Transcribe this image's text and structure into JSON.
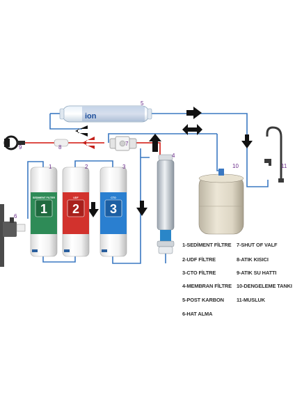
{
  "labels": {
    "n1": "1",
    "n2": "2",
    "n3": "3",
    "n4": "4",
    "n5": "5",
    "n6": "6",
    "n7": "7",
    "n8": "8",
    "n9": "9",
    "n10": "10",
    "n11": "11"
  },
  "filters": {
    "f1": {
      "digit": "1",
      "caption": "SEDIMENT FILTER",
      "color": "#2e8b57"
    },
    "f2": {
      "digit": "2",
      "caption": "UDF",
      "color": "#d2322d"
    },
    "f3": {
      "digit": "3",
      "caption": "CTO",
      "color": "#2a7fd0"
    }
  },
  "postcarbon": {
    "brand": "ion"
  },
  "legend": {
    "left": [
      "1-SEDİMENT FİLTRE",
      "2-UDF FİLTRE",
      "3-CTO FİLTRE",
      "4-MEMBRAN FİLTRE",
      "5-POST KARBON",
      "6-HAT ALMA"
    ],
    "right": [
      "7-SHUT OF VALF",
      "8-ATIK KISICI",
      "9-ATIK SU HATTI",
      "10-DENGELEME TANKI",
      "11-MUSLUK"
    ]
  },
  "colors": {
    "blue_line": "#3a78c2",
    "red_line": "#d8322b",
    "number": "#6a2c8a"
  }
}
